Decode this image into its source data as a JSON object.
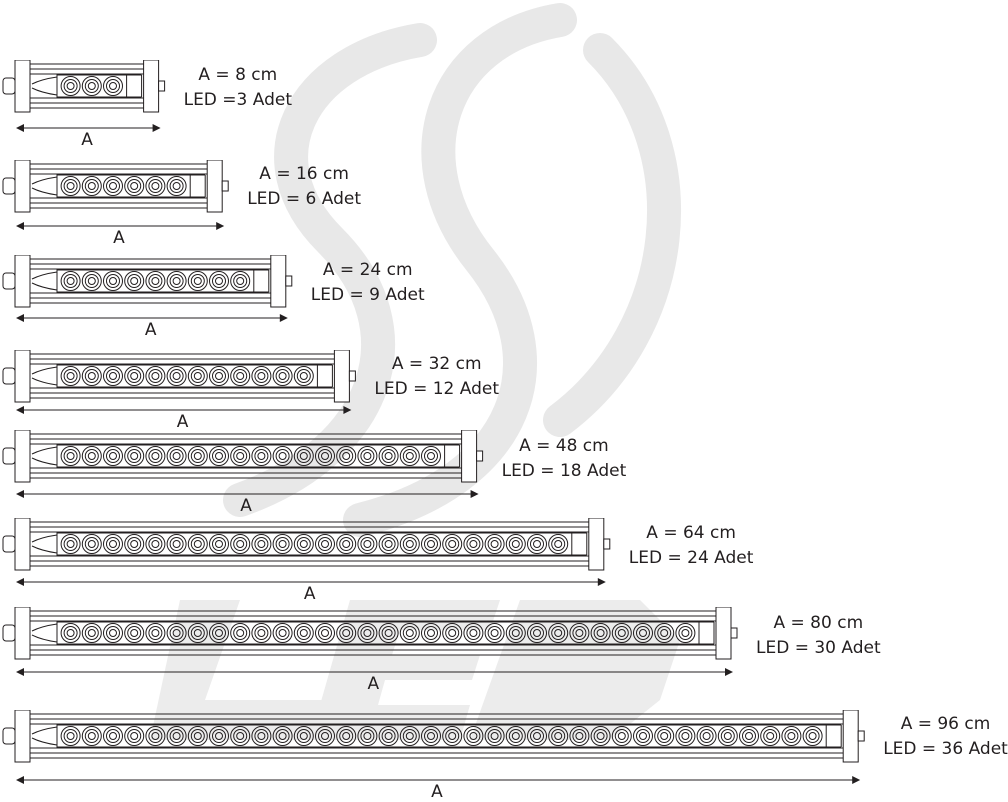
{
  "colors": {
    "line": "#231f20",
    "watermark": "#e6e6e6"
  },
  "watermark_text": "LED",
  "items": [
    {
      "a_text": "A = 8 cm",
      "led_text": "LED =3 Adet",
      "dim_label": "A",
      "led_count": 3
    },
    {
      "a_text": "A = 16 cm",
      "led_text": "LED = 6 Adet",
      "dim_label": "A",
      "led_count": 6
    },
    {
      "a_text": "A = 24 cm",
      "led_text": "LED = 9 Adet",
      "dim_label": "A",
      "led_count": 9
    },
    {
      "a_text": "A = 32 cm",
      "led_text": "LED = 12 Adet",
      "dim_label": "A",
      "led_count": 12
    },
    {
      "a_text": "A = 48 cm",
      "led_text": "LED = 18 Adet",
      "dim_label": "A",
      "led_count": 18
    },
    {
      "a_text": "A = 64 cm",
      "led_text": "LED = 24 Adet",
      "dim_label": "A",
      "led_count": 24
    },
    {
      "a_text": "A = 80 cm",
      "led_text": "LED = 30 Adet",
      "dim_label": "A",
      "led_count": 30
    },
    {
      "a_text": "A = 96 cm",
      "led_text": "LED = 36 Adet",
      "dim_label": "A",
      "led_count": 36
    }
  ]
}
